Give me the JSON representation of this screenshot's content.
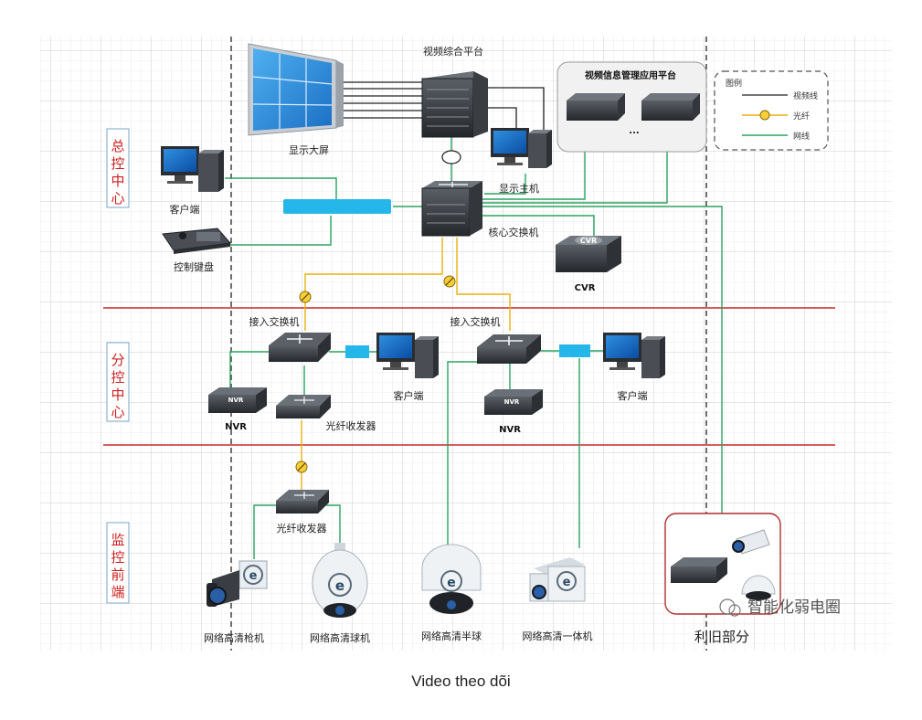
{
  "zones": {
    "central": "总控中心",
    "branch": "分控中心",
    "frontend": "监控前端"
  },
  "top": {
    "platform": "视频综合平台",
    "display_wall": "显示大屏",
    "display_host": "显示主机",
    "mgmt_platform": "视频信息管理应用平台",
    "mgmt_ellipsis": "...",
    "client": "客户端",
    "keyboard": "控制键盘",
    "core_switch": "核心交换机",
    "cvr_badge": "CVR",
    "cvr_label": "CVR"
  },
  "legend": {
    "title": "图例",
    "video_line": "视频线",
    "fiber": "光纤",
    "network": "网线",
    "colors": {
      "video_line": "#222222",
      "fiber": "#e8b010",
      "network": "#2aa361"
    }
  },
  "branch": {
    "access_switch_left": "接入交换机",
    "access_switch_right": "接入交换机",
    "client_left": "客户端",
    "client_right": "客户端",
    "nvr_badge": "NVR",
    "nvr_left": "NVR",
    "nvr_right": "NVR",
    "transceiver": "光纤收发器"
  },
  "frontend": {
    "transceiver": "光纤收发器",
    "bullet_cam": "网络高清枪机",
    "dome_cam": "网络高清球机",
    "half_dome": "网络高清半球",
    "box_cam": "网络高清一体机",
    "reuse": "利旧部分"
  },
  "watermark": "智能化弱电圈",
  "caption": "Video theo dõi"
}
